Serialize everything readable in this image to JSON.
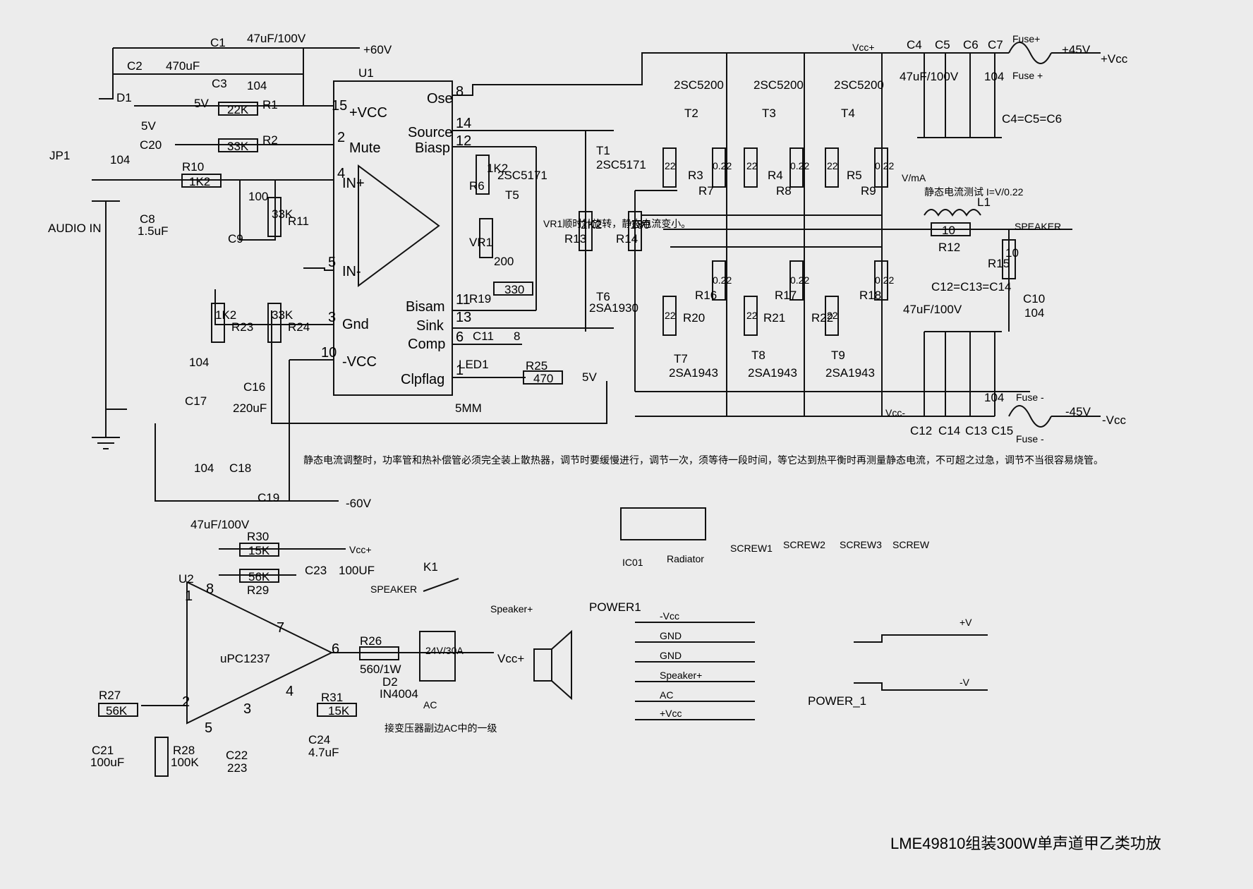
{
  "labels": {
    "c1": "C1",
    "c1v": "47uF/100V",
    "plus60": "+60V",
    "c2": "C2",
    "c2v": "470uF",
    "c3": "C3",
    "c3v": "104",
    "d1": "D1",
    "d1v": "5V",
    "v5a": "5V",
    "r1": "R1",
    "r1v": "22K",
    "r2": "R2",
    "r2v": "33K",
    "jp1": "JP1",
    "c20": "C20",
    "c20v": "104",
    "r10": "R10",
    "r10v": "1K2",
    "c8": "C8",
    "c8v": "1.5uF",
    "audio_in": "AUDIO IN",
    "c9": "C9",
    "c9v": "100",
    "r11": "R11",
    "r11v": "33K",
    "r23": "R23",
    "r23v": "1K2",
    "r24": "R24",
    "r24v": "33K",
    "c17": "C17",
    "c17v": "104",
    "c16": "C16",
    "c16v": "220uF",
    "c18": "C18",
    "c18v": "104",
    "c19": "C19",
    "c19v": "47uF/100V",
    "minus60": "-60V",
    "u1": "U1",
    "pin15": "15",
    "plus_vcc": "+VCC",
    "pin2": "2",
    "mute": "Mute",
    "pin4": "4",
    "in_plus": "IN+",
    "pin5": "5",
    "in_minus": "IN-",
    "pin3": "3",
    "gnd": "Gnd",
    "pin10": "10",
    "minus_vcc": "-VCC",
    "pin8": "8",
    "ose": "Ose",
    "pin14": "14",
    "source": "Source",
    "pin12": "12",
    "biasp": "Biasp",
    "pin11": "11",
    "bisam": "Bisam",
    "pin13": "13",
    "sink": "Sink",
    "pin6": "6",
    "comp": "Comp",
    "pin1": "1",
    "clpflag": "Clpflag",
    "r6": "R6",
    "r6v": "1K2",
    "t5v": "2SC5171",
    "t5": "T5",
    "vr1": "VR1",
    "vr1v": "200",
    "r19": "R19",
    "r19v": "330",
    "vr1_note": "VR1顺时针旋转，静态电流变小。",
    "c11": "C11",
    "c11v": "8",
    "led1": "LED1",
    "r25": "R25",
    "r25v": "470",
    "v5b": "5V",
    "mm5": "5MM",
    "t1": "T1",
    "t1v": "2SC5171",
    "r13": "R13",
    "r13v": "2K2",
    "r14": "R14",
    "r14v": "180",
    "t6": "T6",
    "t6v": "2SA1930",
    "t2": "T2",
    "t2v": "2SC5200",
    "t3": "T3",
    "t3v": "2SC5200",
    "t4": "T4",
    "t4v": "2SC5200",
    "r3": "R3",
    "r3v": "22",
    "r7": "R7",
    "r7v": "0.22",
    "r4": "R4",
    "r4v": "22",
    "r8": "R8",
    "r8v": "0.22",
    "r5": "R5",
    "r5v": "22",
    "r9": "R9",
    "r9v": "0.22",
    "r20": "R20",
    "r20v": "22",
    "r16": "R16",
    "r16v": "0.22",
    "r21": "R21",
    "r21v": "22",
    "r17": "R17",
    "r17v": "0.22",
    "r22": "R22",
    "r22v": "22",
    "r18": "R18",
    "r18v": "0.22",
    "t7": "T7",
    "t7v": "2SA1943",
    "t8": "T8",
    "t8v": "2SA1943",
    "t9": "T9",
    "t9v": "2SA1943",
    "vcc_plus": "Vcc+",
    "c4": "C4",
    "c5": "C5",
    "c6": "C6",
    "c7": "C7",
    "fuse_plus_a": "Fuse+",
    "fuse_plus_b": "Fuse +",
    "plus45": "+45V",
    "plus_vcc_r": "+Vcc",
    "cap47a": "47uF/100V",
    "c7v": "104",
    "c4eq": "C4=C5=C6",
    "meter": "V/mA",
    "quiescent_test": "静态电流测试 I=V/0.22",
    "l1": "L1",
    "r12": "R12",
    "r12v": "10",
    "speaker": "SPEAKER",
    "r15": "R15",
    "r15v": "10",
    "c10": "C10",
    "c10v": "104",
    "c12eq": "C12=C13=C14",
    "cap47b": "47uF/100V",
    "c15v": "104",
    "fuse_minus_a": "Fuse -",
    "fuse_minus_b": "Fuse -",
    "minus45": "-45V",
    "minus_vcc_r": "-Vcc",
    "vcc_minus": "Vcc-",
    "c12": "C12",
    "c14": "C14",
    "c13": "C13",
    "c15": "C15",
    "note_cn": "静态电流调整时，功率管和热补偿管必须完全装上散热器，调节时要缓慢进行，调节一次，须等待一段时间，等它达到热平衡时再测量静态电流，不可超之过急，调节不当很容易烧管。",
    "ic01": "IC01",
    "radiator": "Radiator",
    "screw1": "SCREW1",
    "screw2": "SCREW2",
    "screw3": "SCREW3",
    "screw": "SCREW",
    "r30": "R30",
    "r30v": "15K",
    "vcc_plus_b": "Vcc+",
    "r29": "R29",
    "r29v": "56K",
    "c23": "C23",
    "c23v": "100UF",
    "k1": "K1",
    "speaker_b": "SPEAKER",
    "speaker_plus": "Speaker+",
    "u2": "U2",
    "u2v": "uPC1237",
    "u2p1": "1",
    "u2p8": "8",
    "u2p7": "7",
    "u2p6": "6",
    "u2p2": "2",
    "u2p5": "5",
    "u2p3": "3",
    "u2p4": "4",
    "r26": "R26",
    "r26v": "560/1W",
    "relay": "24V/30A",
    "vcc_plus_c": "Vcc+",
    "d2": "D2",
    "d2v": "IN4004",
    "r31": "R31",
    "r31v": "15K",
    "ac": "AC",
    "transformer_note": "接变压器副边AC中的一级",
    "r27": "R27",
    "r27v": "56K",
    "c21": "C21",
    "c21v": "100uF",
    "r28": "R28",
    "r28v": "100K",
    "c22": "C22",
    "c22v": "223",
    "c24": "C24",
    "c24v": "4.7uF",
    "power1": "POWER1",
    "p1_minus_vcc": "-Vcc",
    "p1_gnd_a": "GND",
    "p1_gnd_b": "GND",
    "p1_speaker": "Speaker+",
    "p1_ac": "AC",
    "p1_plus_vcc": "+Vcc",
    "power2": "POWER_1",
    "p2_plus_v": "+V",
    "p2_minus_v": "-V",
    "title": "LME49810组装300W单声道甲乙类功放"
  }
}
